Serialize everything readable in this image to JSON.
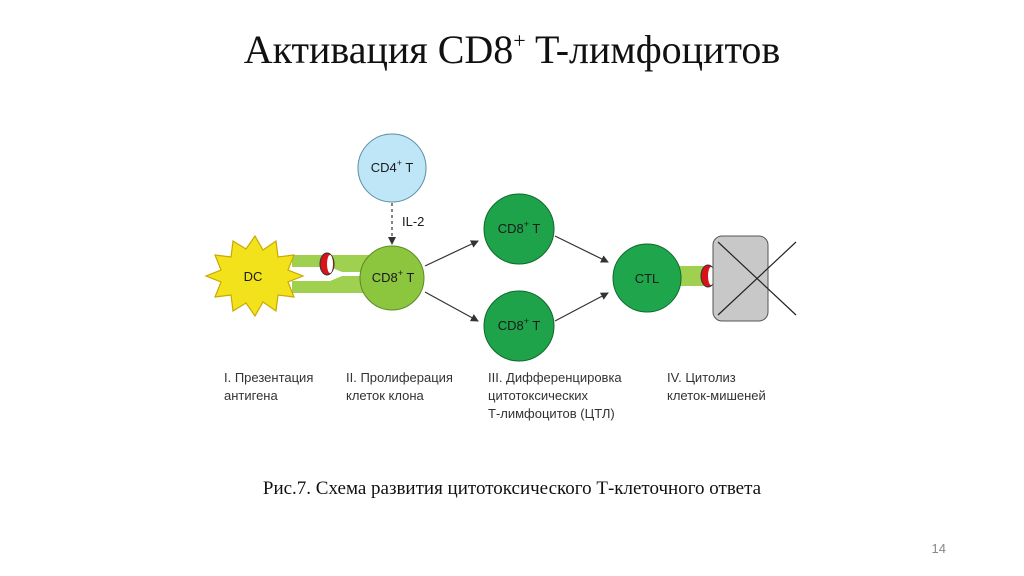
{
  "slide": {
    "title": {
      "pre": "Активация CD8",
      "sup": "+",
      "post": " T-лимфоцитов"
    },
    "caption": "Рис.7. Схема развития цитотоксического Т-клеточного ответа",
    "page_number": "14"
  },
  "diagram": {
    "cells": {
      "dc": "DC",
      "cd4": {
        "base": "CD4",
        "sup": "+",
        "rest": " T"
      },
      "cd8_main": {
        "base": "CD8",
        "sup": "+",
        "rest": " T"
      },
      "cd8_top": {
        "base": "CD8",
        "sup": "+",
        "rest": " T"
      },
      "cd8_bottom": {
        "base": "CD8",
        "sup": "+",
        "rest": " T"
      },
      "ctl": "CTL"
    },
    "il2_label": "IL-2",
    "stages": [
      {
        "lines": [
          "I. Презентация",
          "антигена"
        ]
      },
      {
        "lines": [
          "II. Пролиферация",
          "клеток клона"
        ]
      },
      {
        "lines": [
          "III. Дифференцировка",
          "цитотоксических",
          "Т-лимфоцитов (ЦТЛ)"
        ]
      },
      {
        "lines": [
          "IV. Цитолиз",
          "клеток-мишеней"
        ]
      }
    ],
    "colors": {
      "dc_fill": "#f2e21c",
      "dc_stroke": "#c9a800",
      "cd4_fill": "#bfe6f7",
      "cd8_main_fill": "#8cc63f",
      "cd8_diff_fill": "#1ea24a",
      "ctl_fill": "#1fa64c",
      "receptor_green": "#9fd04f",
      "mhc_red": "#d7141a",
      "target_fill": "#c8c8c8"
    }
  }
}
